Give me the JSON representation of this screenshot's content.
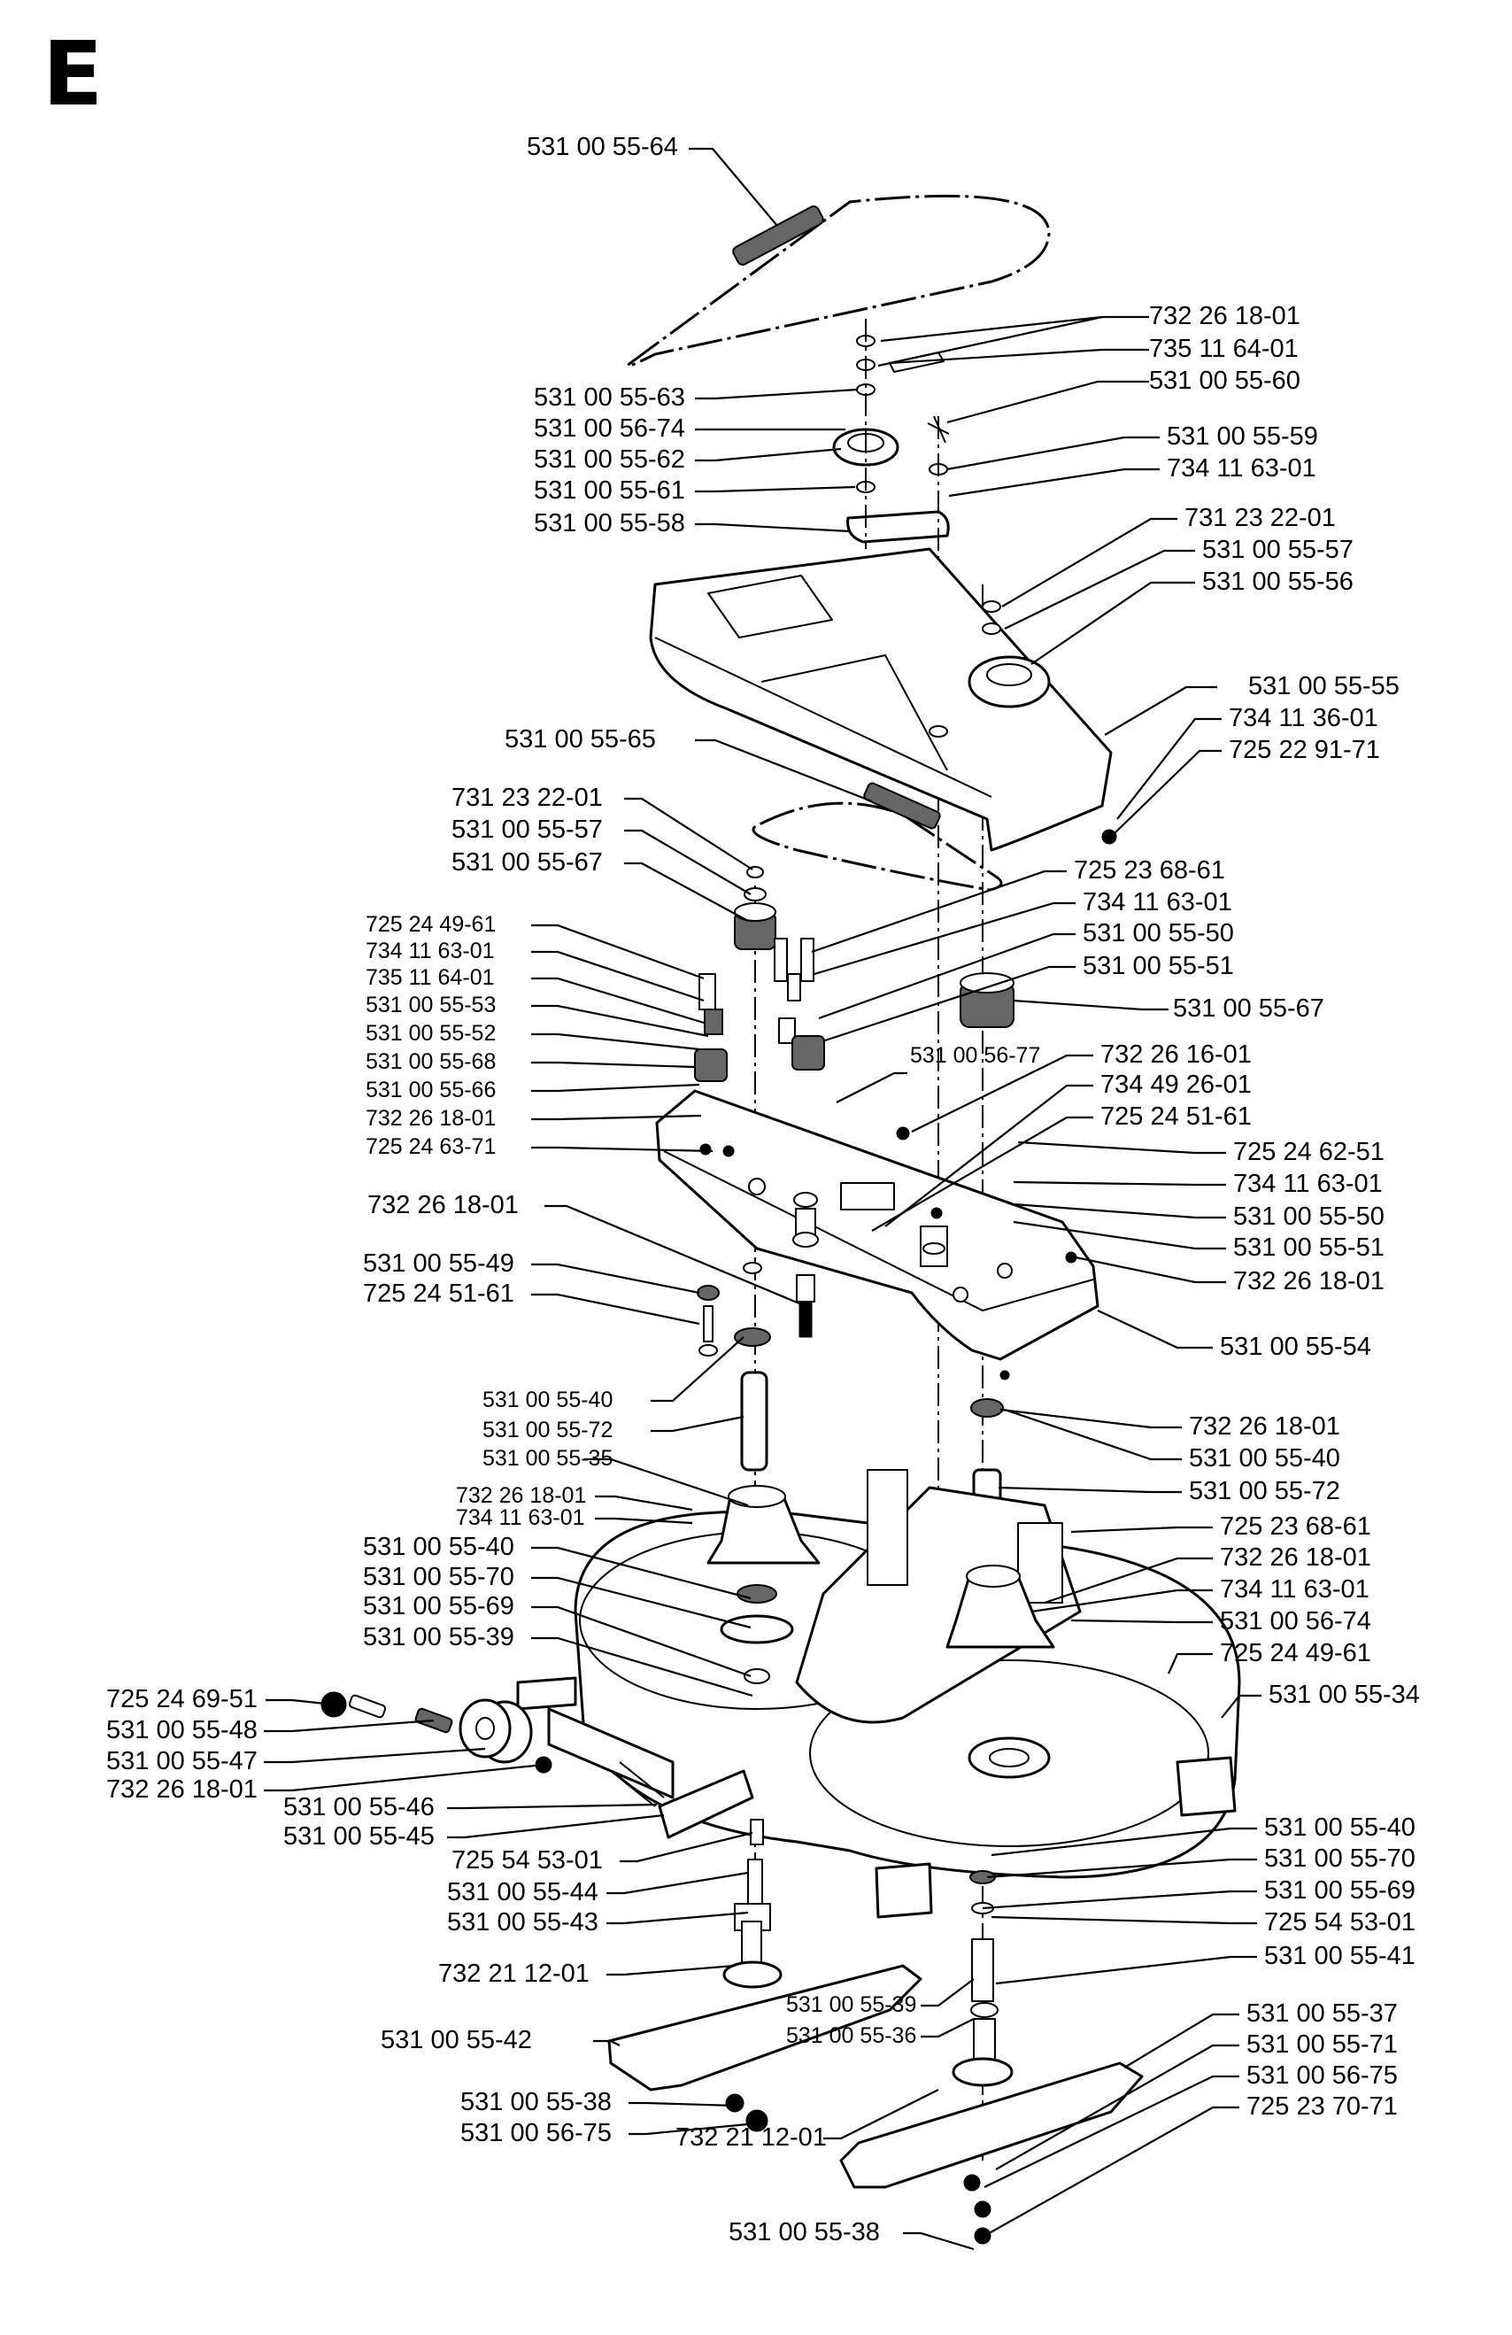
{
  "section_letter": "E",
  "part_labels": [
    "531 00 55-64",
    "732 26 18-01",
    "735 11 64-01",
    "531 00 55-63",
    "531 00 55-60",
    "531 00 56-74",
    "531 00 55-59",
    "531 00 55-62",
    "734 11 63-01",
    "531 00 55-61",
    "531 00 55-58",
    "731 23 22-01",
    "531 00 55-57",
    "531 00 55-56",
    "531 00 55-55",
    "531 00 55-65",
    "734 11 36-01",
    "725 22 91-71",
    "731 23 22-01",
    "531 00 55-57",
    "531 00 55-67",
    "725 23 68-61",
    "725 24 49-61",
    "734 11 63-01",
    "734 11 63-01",
    "531 00 55-50",
    "735 11 64-01",
    "531 00 55-51",
    "531 00 55-53",
    "531 00 55-67",
    "531 00 55-52",
    "531 00 55-68",
    "531 00 56-77",
    "732 26 16-01",
    "531 00 55-66",
    "734 49 26-01",
    "732 26 18-01",
    "725 24 51-61",
    "725 24 63-71",
    "725 24 62-51",
    "734 11 63-01",
    "732 26 18-01",
    "531 00 55-50",
    "531 00 55-51",
    "531 00 55-49",
    "732 26 18-01",
    "725 24 51-61",
    "531 00 55-54",
    "531 00 55-40",
    "732 26 18-01",
    "531 00 55-72",
    "531 00 55-40",
    "531 00 55-35",
    "531 00 55-72",
    "732 26 18-01",
    "725 23 68-61",
    "734 11 63-01",
    "732 26 18-01",
    "531 00 55-40",
    "734 11 63-01",
    "531 00 55-70",
    "531 00 56-74",
    "531 00 55-69",
    "725 24 49-61",
    "531 00 55-39",
    "531 00 55-34",
    "725 24 69-51",
    "531 00 55-48",
    "531 00 55-47",
    "732 26 18-01",
    "531 00 55-46",
    "531 00 55-45",
    "531 00 55-40",
    "725 54 53-01",
    "531 00 55-70",
    "531 00 55-44",
    "531 00 55-69",
    "531 00 55-43",
    "725 54 53-01",
    "732 21 12-01",
    "531 00 55-41",
    "531 00 55-39",
    "531 00 55-36",
    "531 00 55-42",
    "531 00 55-37",
    "531 00 55-38",
    "531 00 55-71",
    "531 00 56-75",
    "732 21 12-01",
    "531 00 56-75",
    "725 23 70-71",
    "531 00 55-38"
  ]
}
